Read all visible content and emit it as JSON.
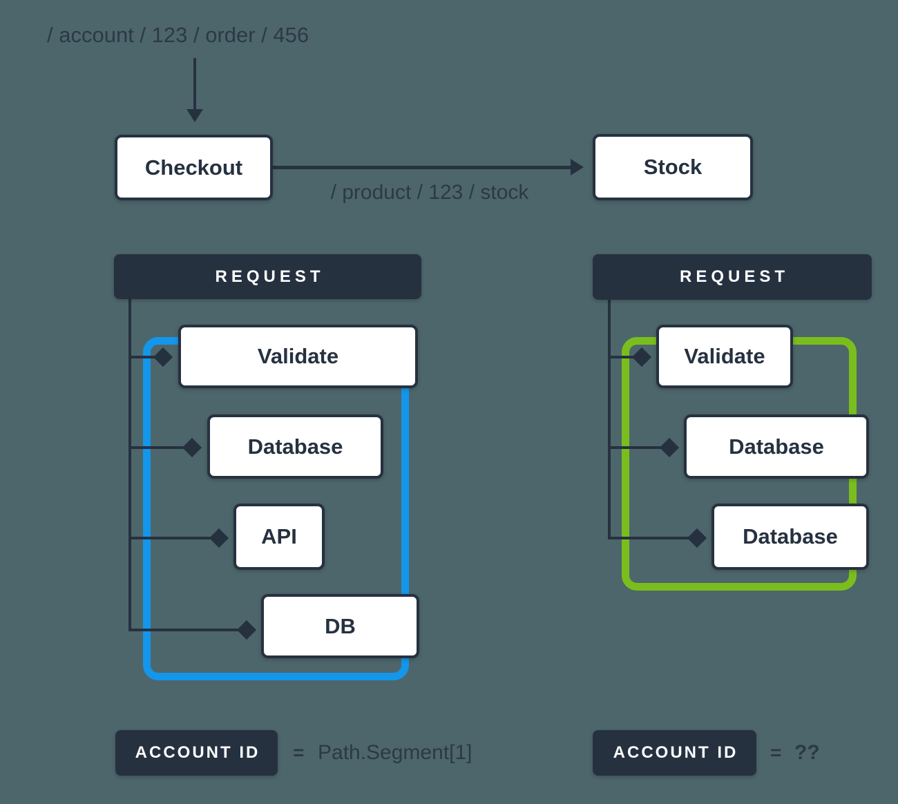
{
  "colors": {
    "background": "#4D666B",
    "ink": "#263140",
    "trace_left": "#1496EB",
    "trace_right": "#7ABE1E",
    "node_fill": "#FFFFFF"
  },
  "top": {
    "request_path": "/ account / 123 / order / 456",
    "checkout_label": "Checkout",
    "stock_label": "Stock",
    "forward_path": "/ product / 123 / stock"
  },
  "left_flow": {
    "header": "REQUEST",
    "nodes": [
      "Validate",
      "Database",
      "API",
      "DB"
    ],
    "footer": {
      "badge": "ACCOUNT ID",
      "equals": "=",
      "value": "Path.Segment[1]"
    }
  },
  "right_flow": {
    "header": "REQUEST",
    "nodes": [
      "Validate",
      "Database",
      "Database"
    ],
    "footer": {
      "badge": "ACCOUNT ID",
      "equals": "=",
      "value": "??"
    }
  }
}
